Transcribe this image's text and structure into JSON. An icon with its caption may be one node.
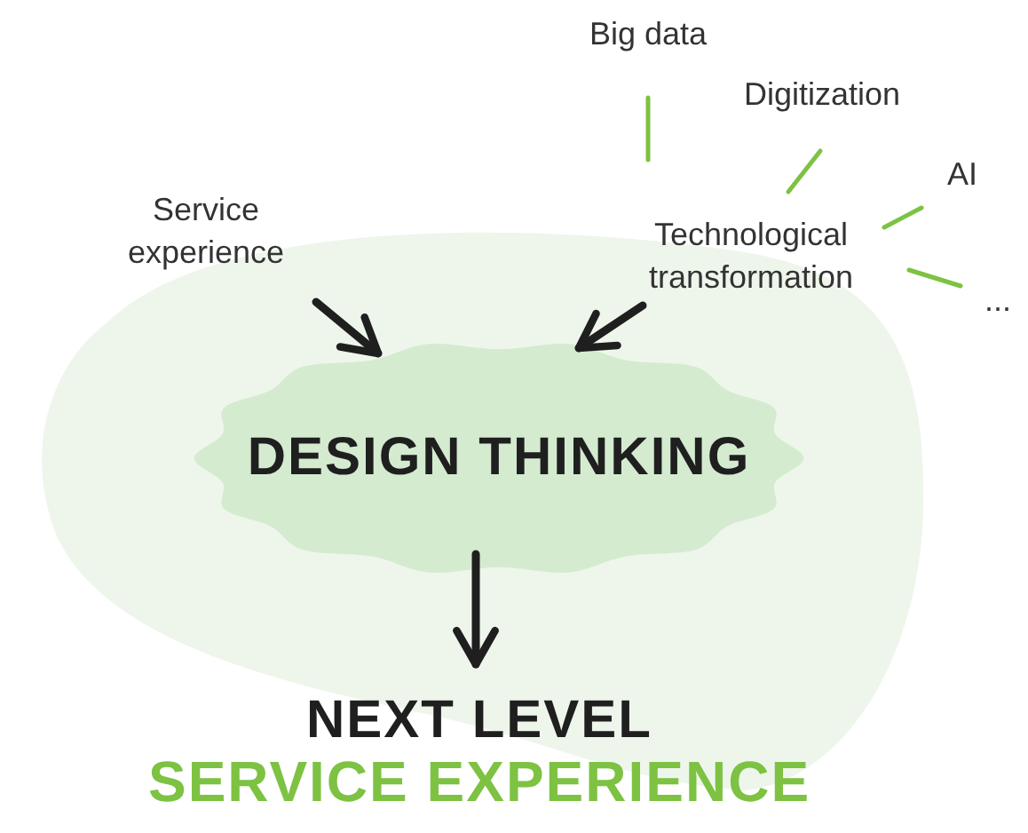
{
  "diagram": {
    "nodes": [
      {
        "text": [
          "Service experience"
        ]
      },
      {
        "text": [
          "Technological transformation"
        ]
      },
      {
        "text": [
          "Big data"
        ]
      },
      {
        "text": [
          "Digitization"
        ]
      },
      {
        "text": [
          "AI"
        ]
      },
      {
        "text": [
          "..."
        ]
      },
      {
        "text": [
          "DESIGN THINKING"
        ]
      },
      {
        "text": [
          "NEXT LEVEL",
          "SERVICE EXPERIENCE"
        ]
      }
    ],
    "edges": [
      {
        "from": 0,
        "to": 6,
        "arrow": "to",
        "style": "thick",
        "color": "#1f1f1f"
      },
      {
        "from": 1,
        "to": 6,
        "arrow": "to",
        "style": "thick",
        "color": "#1f1f1f"
      },
      {
        "from": 6,
        "to": 7,
        "arrow": "to",
        "style": "thick",
        "color": "#1f1f1f"
      },
      {
        "from": 2,
        "to": 1,
        "arrow": "none"
      },
      {
        "from": 3,
        "to": 1,
        "arrow": "none"
      },
      {
        "from": 4,
        "to": 1,
        "arrow": "none"
      },
      {
        "from": 5,
        "to": 1,
        "arrow": "none"
      }
    ]
  }
}
